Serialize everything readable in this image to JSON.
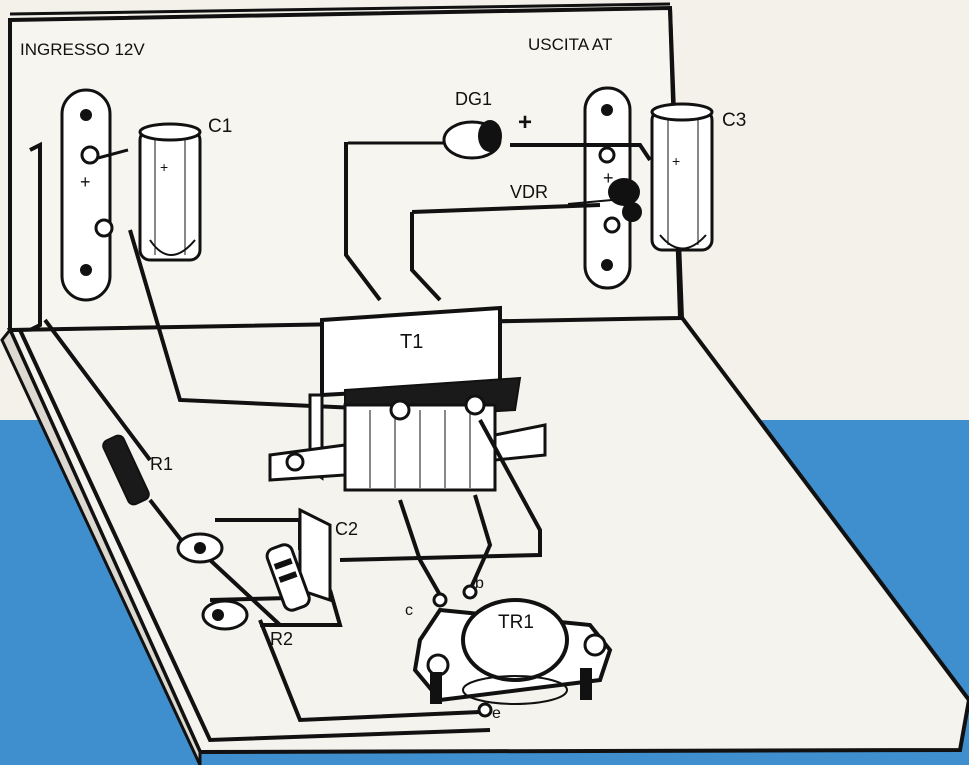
{
  "labels": {
    "input": "INGRESSO 12V",
    "output": "USCITA AT",
    "c1": "C1",
    "c2": "C2",
    "c3": "C3",
    "dg1": "DG1",
    "vdr": "VDR",
    "t1": "T1",
    "tr1": "TR1",
    "r1": "R1",
    "r2": "R2",
    "pin_b": "b",
    "pin_c": "c",
    "pin_e": "e",
    "plus": "+"
  },
  "colors": {
    "band_blue": "#3f8fcf",
    "paper": "#f4f1ea",
    "ink": "#111111"
  }
}
